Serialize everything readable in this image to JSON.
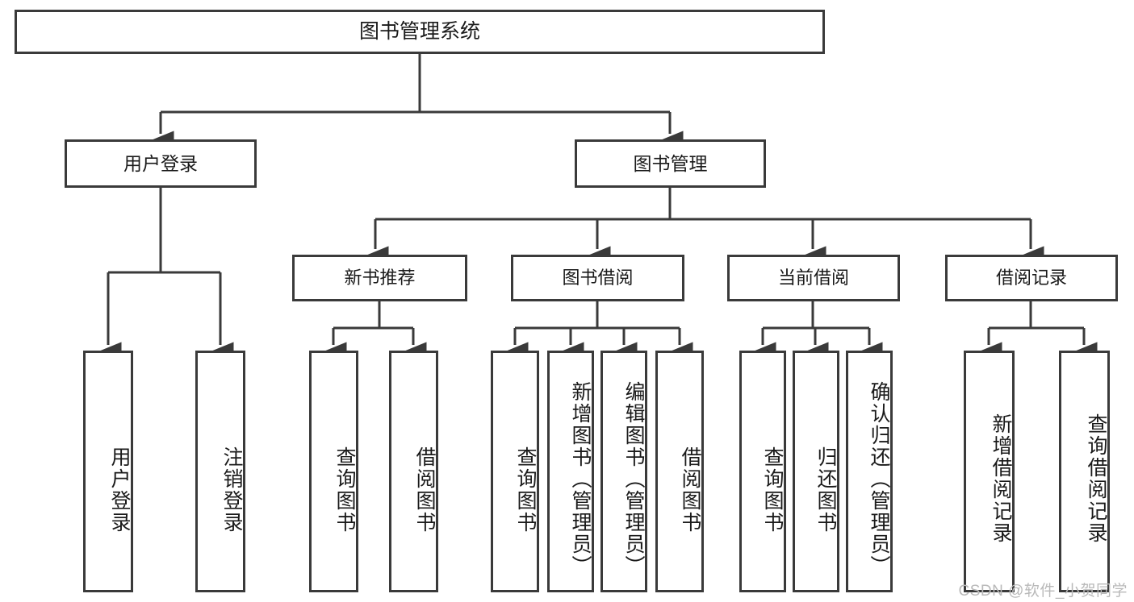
{
  "diagram": {
    "title": "图书管理系统",
    "type": "tree-hierarchy-diagram",
    "colors": {
      "border": "#3a3a3a",
      "background": "#ffffff",
      "text": "#1a1a1a",
      "watermark": "#b9b9b9"
    },
    "root": {
      "label": "图书管理系统"
    },
    "level1": [
      {
        "label": "用户登录"
      },
      {
        "label": "图书管理"
      }
    ],
    "level2": [
      {
        "label": "新书推荐"
      },
      {
        "label": "图书借阅"
      },
      {
        "label": "当前借阅"
      },
      {
        "label": "借阅记录"
      }
    ],
    "leaves": {
      "user_login": [
        {
          "label": "用户登录"
        },
        {
          "label": "注销登录"
        }
      ],
      "new_book_recommend": [
        {
          "label": "查询图书"
        },
        {
          "label": "借阅图书"
        }
      ],
      "book_borrow": [
        {
          "label": "查询图书"
        },
        {
          "label": "新增图书（管理员）"
        },
        {
          "label": "编辑图书（管理员）"
        },
        {
          "label": "借阅图书"
        }
      ],
      "current_borrow": [
        {
          "label": "查询图书"
        },
        {
          "label": "归还图书"
        },
        {
          "label": "确认归还（管理员）"
        }
      ],
      "borrow_record": [
        {
          "label": "新增借阅记录"
        },
        {
          "label": "查询借阅记录"
        }
      ]
    }
  },
  "watermark": {
    "text": "CSDN @软件_小贺同学"
  }
}
